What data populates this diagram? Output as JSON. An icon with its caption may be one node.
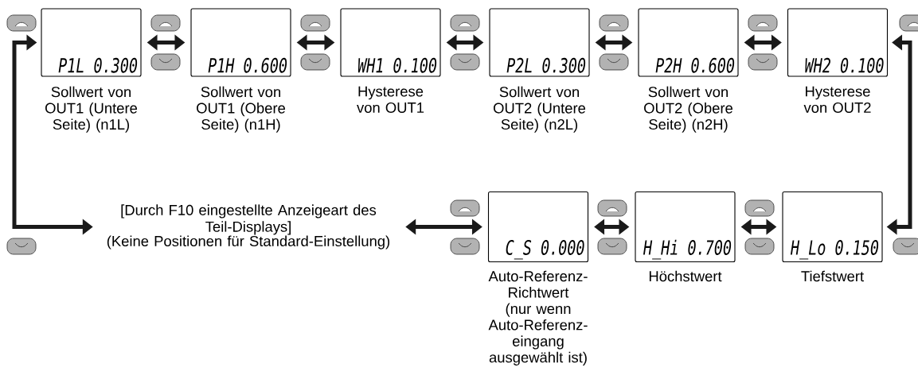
{
  "diagram": {
    "nodes": [
      {
        "text": [
          "P1L 0.300"
        ],
        "beside": [
          "Sollwert von OUT1 (Untere Seite) (n1L)"
        ]
      },
      {
        "text": [
          "P1H 0.600"
        ],
        "beside": [
          "Sollwert von OUT1 (Obere Seite) (n1H)"
        ]
      },
      {
        "text": [
          "WH1 0.100"
        ],
        "beside": [
          "Hysterese von OUT1"
        ]
      },
      {
        "text": [
          "P2L 0.300"
        ],
        "beside": [
          "Sollwert von OUT2 (Untere Seite) (n2L)"
        ]
      },
      {
        "text": [
          "P2H 0.600"
        ],
        "beside": [
          "Sollwert von OUT2 (Obere Seite) (n2H)"
        ]
      },
      {
        "text": [
          "WH2 0.100"
        ],
        "beside": [
          "Hysterese von OUT2"
        ]
      },
      {
        "text": [
          "C_S 0.000"
        ],
        "beside": [
          "Auto-Referenz-Richtwert (nur wenn Auto-Referenz-eingang ausgewählt ist)"
        ]
      },
      {
        "text": [
          "H_Hi 0.700"
        ],
        "beside": [
          "Höchstwert"
        ]
      },
      {
        "text": [
          "H_Lo 0.150"
        ],
        "beside": [
          "Tiefstwert"
        ]
      },
      {
        "text": [
          "[Durch F10 eingestellte Anzeigeart des Teil-Displays]",
          "(Keine Positionen für Standard-Einstellung)"
        ]
      }
    ],
    "edges": [
      {
        "from": 0,
        "to": 1,
        "arrow": "both"
      },
      {
        "from": 1,
        "to": 2,
        "arrow": "both"
      },
      {
        "from": 2,
        "to": 3,
        "arrow": "both"
      },
      {
        "from": 3,
        "to": 4,
        "arrow": "both"
      },
      {
        "from": 4,
        "to": 5,
        "arrow": "both"
      },
      {
        "from": 5,
        "to": 8,
        "arrow": "both"
      },
      {
        "from": 8,
        "to": 7,
        "arrow": "both"
      },
      {
        "from": 7,
        "to": 6,
        "arrow": "both"
      },
      {
        "from": 6,
        "to": 9,
        "arrow": "both"
      },
      {
        "from": 9,
        "to": 0,
        "arrow": "both"
      }
    ]
  }
}
